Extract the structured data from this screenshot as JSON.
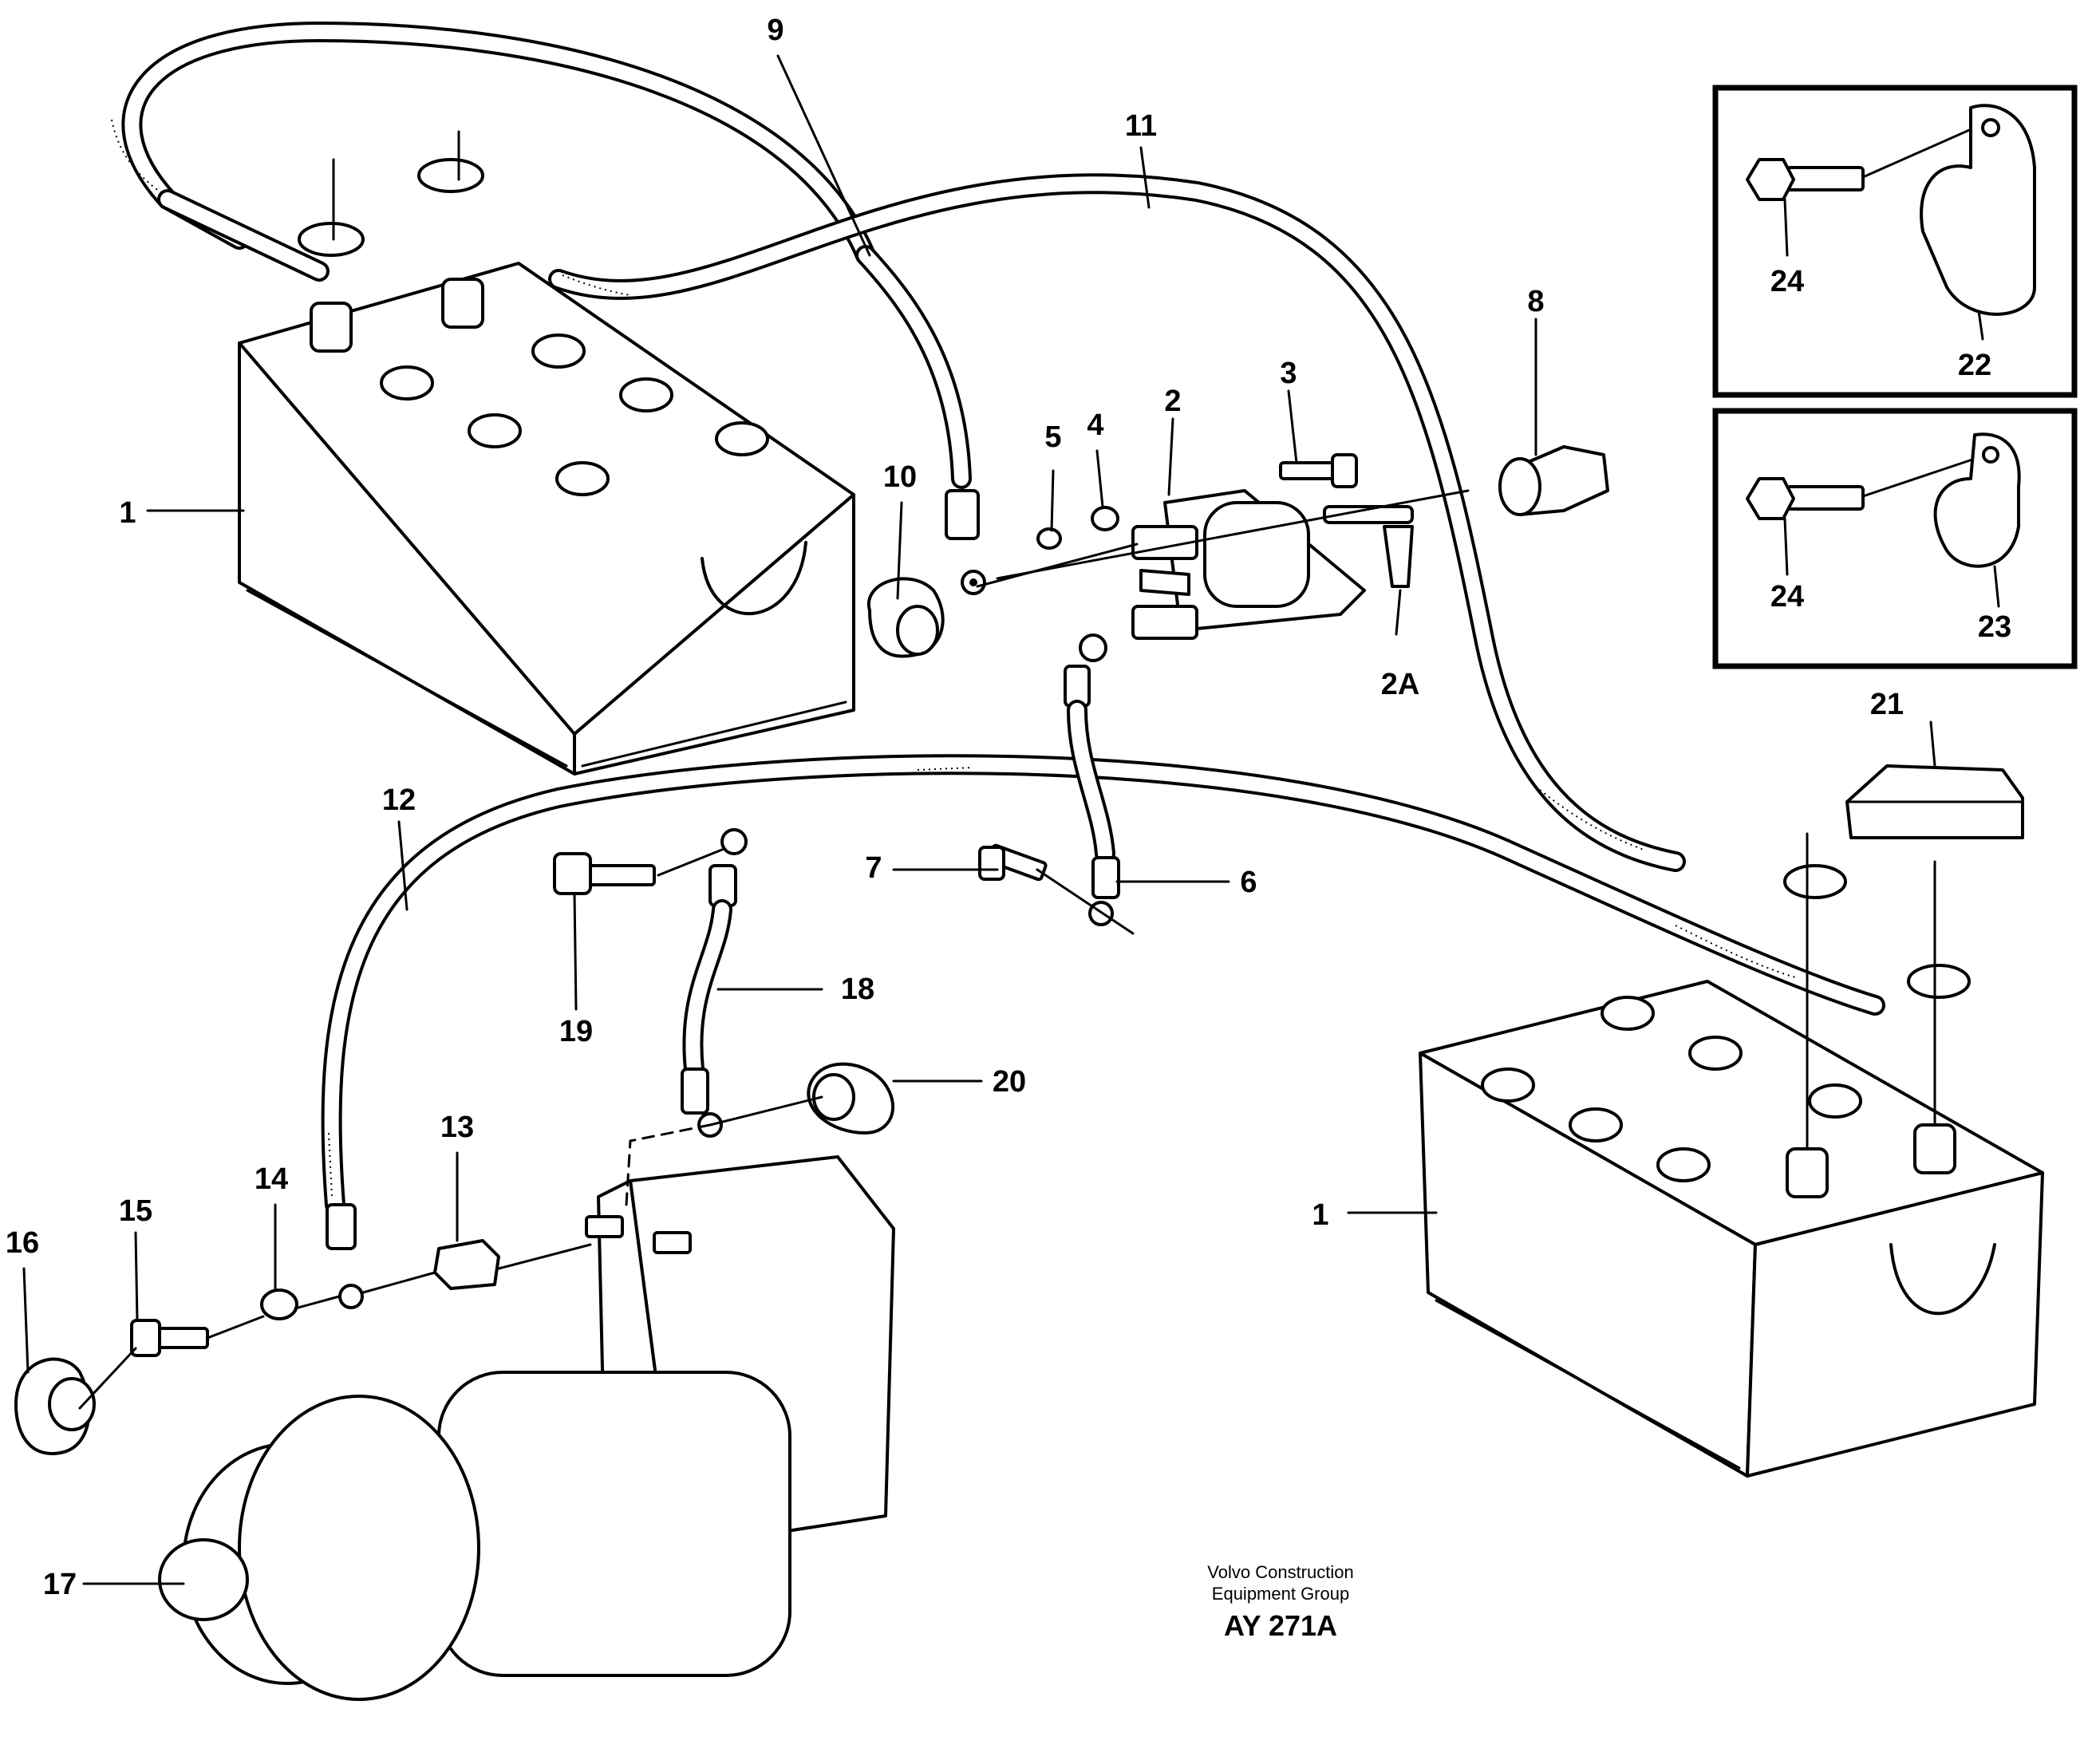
{
  "diagram": {
    "callouts": {
      "c1a": "1",
      "c1b": "1",
      "c2": "2",
      "c2a": "2A",
      "c3": "3",
      "c4": "4",
      "c5": "5",
      "c6": "6",
      "c7": "7",
      "c8": "8",
      "c9": "9",
      "c10": "10",
      "c11": "11",
      "c12": "12",
      "c13": "13",
      "c14": "14",
      "c15": "15",
      "c16": "16",
      "c17": "17",
      "c18": "18",
      "c19": "19",
      "c20": "20",
      "c21": "21",
      "c22": "22",
      "c23": "23",
      "c24a": "24",
      "c24b": "24"
    },
    "footer": {
      "line1": "Volvo Construction",
      "line2": "Equipment Group",
      "code": "AY 271A"
    }
  }
}
